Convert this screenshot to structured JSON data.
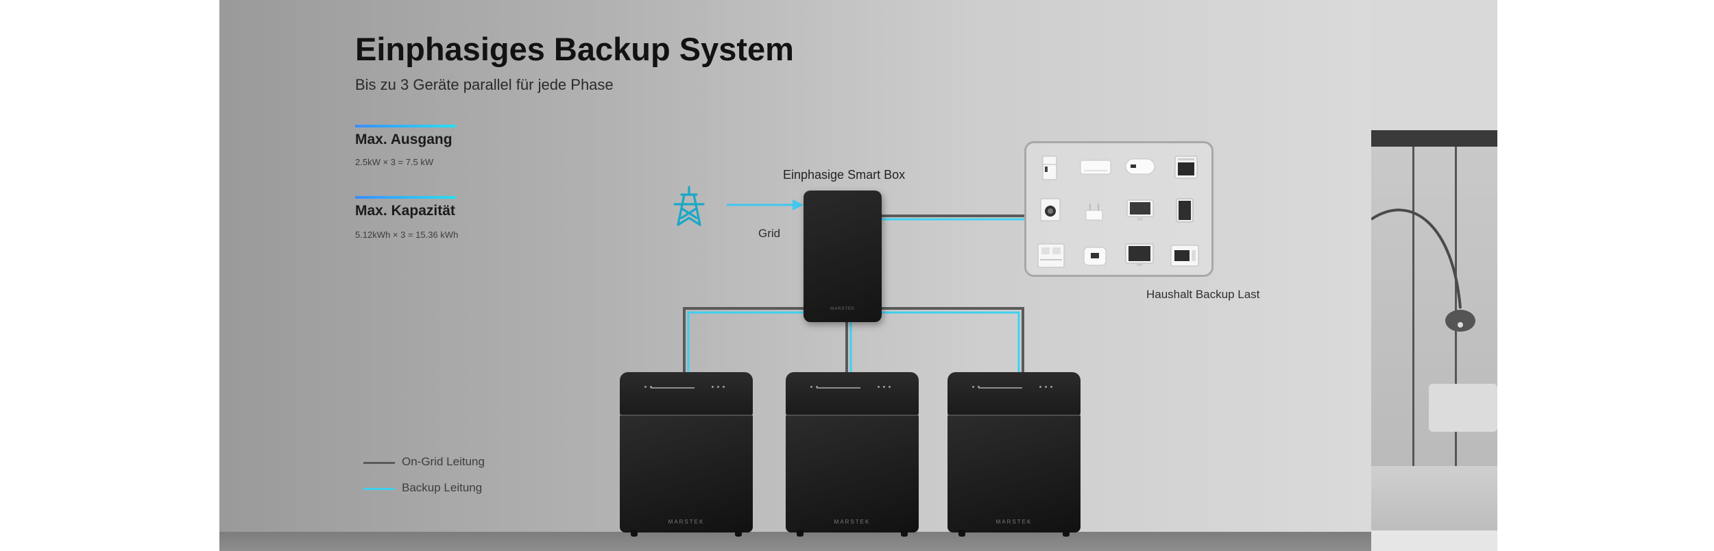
{
  "title": "Einphasiges Backup System",
  "subtitle": "Bis zu 3 Geräte parallel für jede Phase",
  "specs": [
    {
      "label": "Max. Ausgang",
      "value": "2.5kW × 3 = 7.5 kW"
    },
    {
      "label": "Max. Kapazität",
      "value": "5.12kWh × 3 = 15.36 kWh"
    }
  ],
  "diagram": {
    "grid_label": "Grid",
    "grid_icon": "power-pylon-icon",
    "smart_box_label": "Einphasige Smart Box",
    "load_label": "Haushalt Backup Last",
    "brand": "MARSTEK",
    "battery_count": 3,
    "appliance_icons": [
      "refrigerator-icon",
      "air-conditioner-icon",
      "water-heater-icon",
      "oven-icon",
      "washing-machine-icon",
      "router-icon",
      "monitor-icon",
      "tablet-icon",
      "dishwasher-icon",
      "rice-cooker-icon",
      "tv-icon",
      "microwave-icon"
    ]
  },
  "legend": [
    {
      "label": "On-Grid Leitung",
      "color": "#5a5a5a"
    },
    {
      "label": "Backup Leitung",
      "color": "#3fd0f0"
    }
  ],
  "colors": {
    "accent_start": "#3a8dff",
    "accent_end": "#27e0f0",
    "backup_line": "#3fd0f0",
    "ongrid_line": "#5a5a5a",
    "device": "#1a1a1a"
  }
}
